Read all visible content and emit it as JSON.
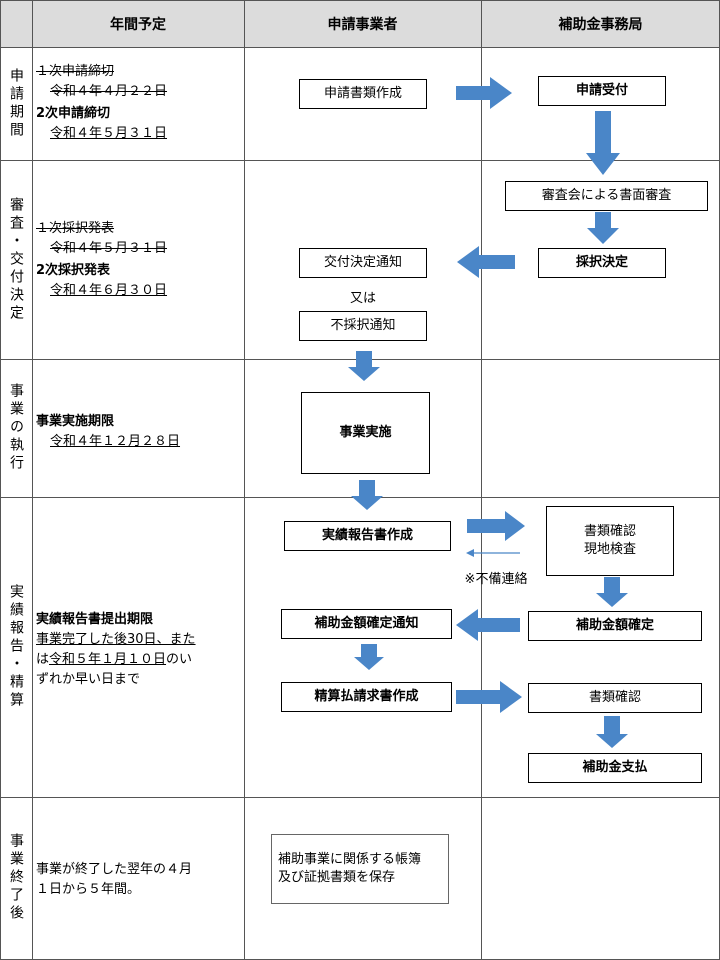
{
  "header": {
    "col1": "年間予定",
    "col2": "申請事業者",
    "col3": "補助金事務局"
  },
  "phases": [
    "申請期間",
    "審査・交付決定",
    "事業の執行",
    "実績報告・精算",
    "事業終了後"
  ],
  "schedule": {
    "application": {
      "first_deadline": "１次申請締切",
      "first_date": "令和４年４月２２日",
      "second_deadline": "2次申請締切",
      "second_date": "令和４年５月３１日"
    },
    "review": {
      "first_announce": "１次採択発表",
      "first_date": "令和４年５月３１日",
      "second_announce": "2次採択発表",
      "second_date": "令和４年６月３０日"
    },
    "execution": {
      "label": "事業実施期限",
      "date": "令和４年１２月２８日"
    },
    "report": {
      "label": "実績報告書提出期限",
      "line1": "事業完了した後30日、また",
      "line2_pre": "は",
      "line2_date": "令和５年１月１０日",
      "line2_post": "のい",
      "line3": "ずれか早い日まで"
    },
    "after": {
      "line1": "事業が終了した翌年の４月",
      "line2": "１日から５年間。"
    }
  },
  "flow": {
    "applicant": {
      "create_application": "申請書類作成",
      "grant_notice": "交付決定通知",
      "or": "又は",
      "reject_notice": "不採択通知",
      "execute": "事業実施",
      "create_report": "実績報告書作成",
      "amount_notice": "補助金額確定通知",
      "settlement_request": "精算払請求書作成",
      "keep_docs_line1": "補助事業に関係する帳簿",
      "keep_docs_line2": "及び証拠書類を保存"
    },
    "office": {
      "receive": "申請受付",
      "review": "審査会による書面審査",
      "select": "採択決定",
      "check_line1": "書類確認",
      "check_line2": "現地検査",
      "incomplete": "※不備連絡",
      "amount_fix": "補助金額確定",
      "doc_check": "書類確認",
      "payment": "補助金支払"
    }
  },
  "colors": {
    "arrow": "#4a86c8",
    "header_bg": "#dcdcdc",
    "grid": "#555555"
  }
}
